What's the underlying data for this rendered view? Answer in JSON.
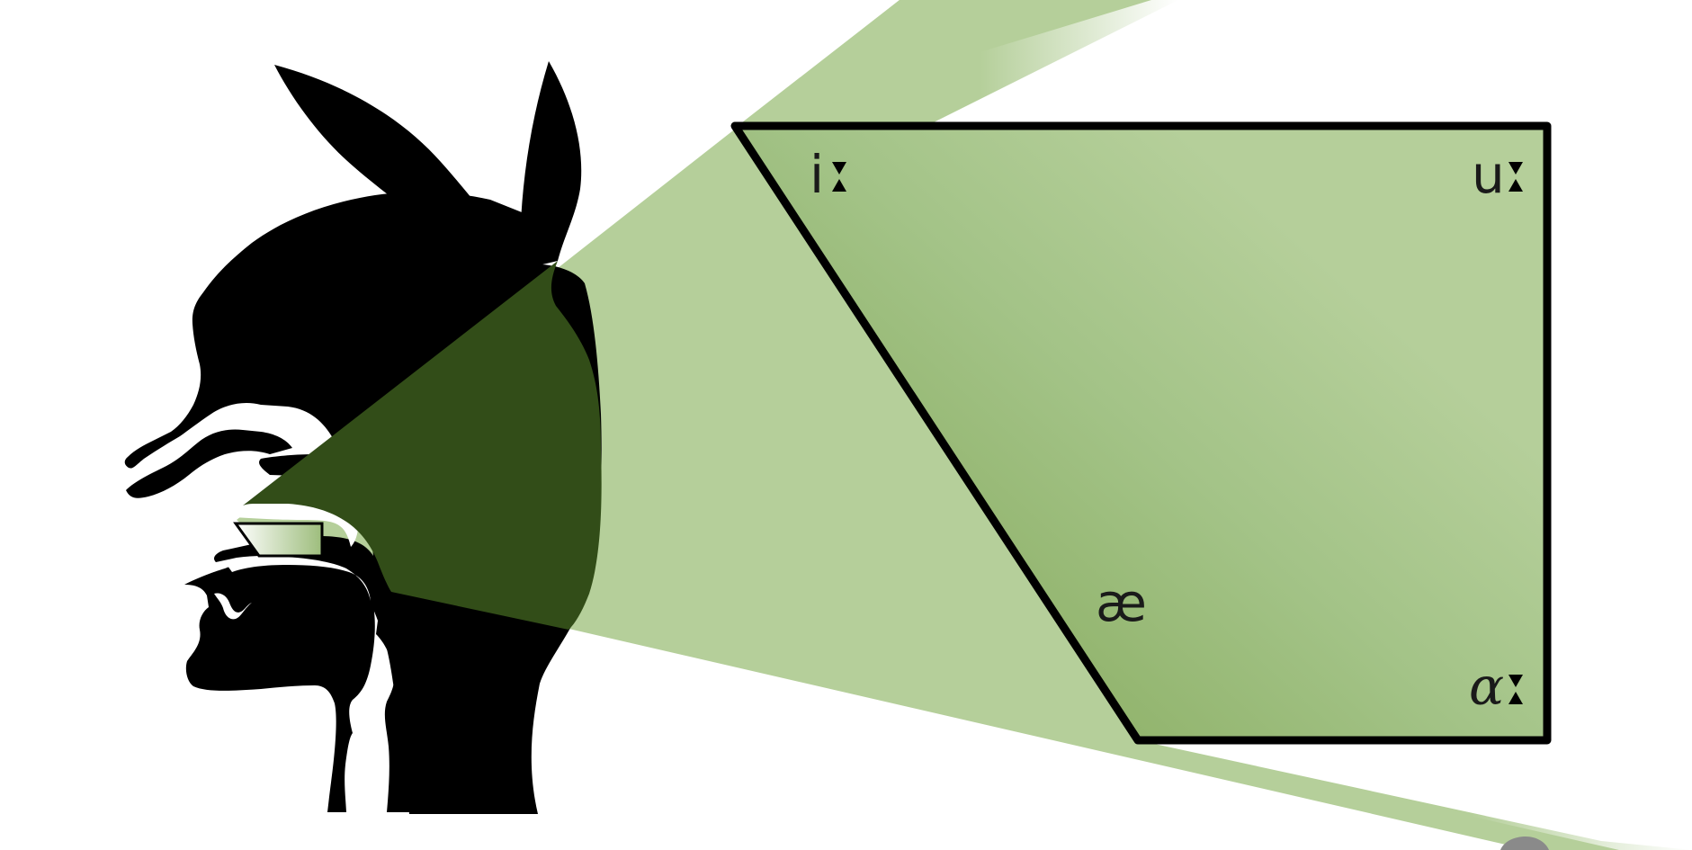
{
  "diagram": {
    "colors": {
      "beam": "#b5cf9a",
      "trapezoid_fill": "#a5c489",
      "trapezoid_fill_dark": "#8fb26a",
      "overlap": "#324d18",
      "silhouette": "#000000",
      "outline": "#000000"
    },
    "vowels": {
      "front_close": "i",
      "back_close": "u",
      "near_open_front": "æ",
      "back_open": "ɑ"
    },
    "length_mark": "ː"
  }
}
